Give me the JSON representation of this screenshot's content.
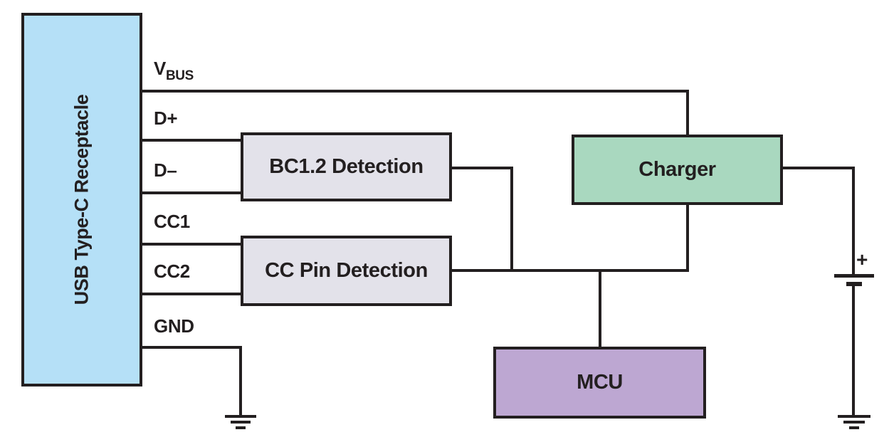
{
  "colors": {
    "ink": "#231f20",
    "canvas": "#ffffff",
    "receptacle": "#b5e0f7",
    "detection": "#e3e2ea",
    "charger": "#a9d8bf",
    "mcu": "#bda7d2"
  },
  "receptacle": {
    "label": "USB Type-C Receptacle"
  },
  "pins": {
    "vbus": {
      "base": "V",
      "subscript": "BUS"
    },
    "dplus": {
      "label": "D+"
    },
    "dminus": {
      "label": "D–"
    },
    "cc1": {
      "label": "CC1"
    },
    "cc2": {
      "label": "CC2"
    },
    "gnd": {
      "label": "GND"
    }
  },
  "blocks": {
    "bc12": {
      "label": "BC1.2 Detection"
    },
    "ccpin": {
      "label": "CC Pin Detection"
    },
    "charger": {
      "label": "Charger"
    },
    "mcu": {
      "label": "MCU"
    }
  },
  "battery": {
    "positive_label": "+"
  }
}
